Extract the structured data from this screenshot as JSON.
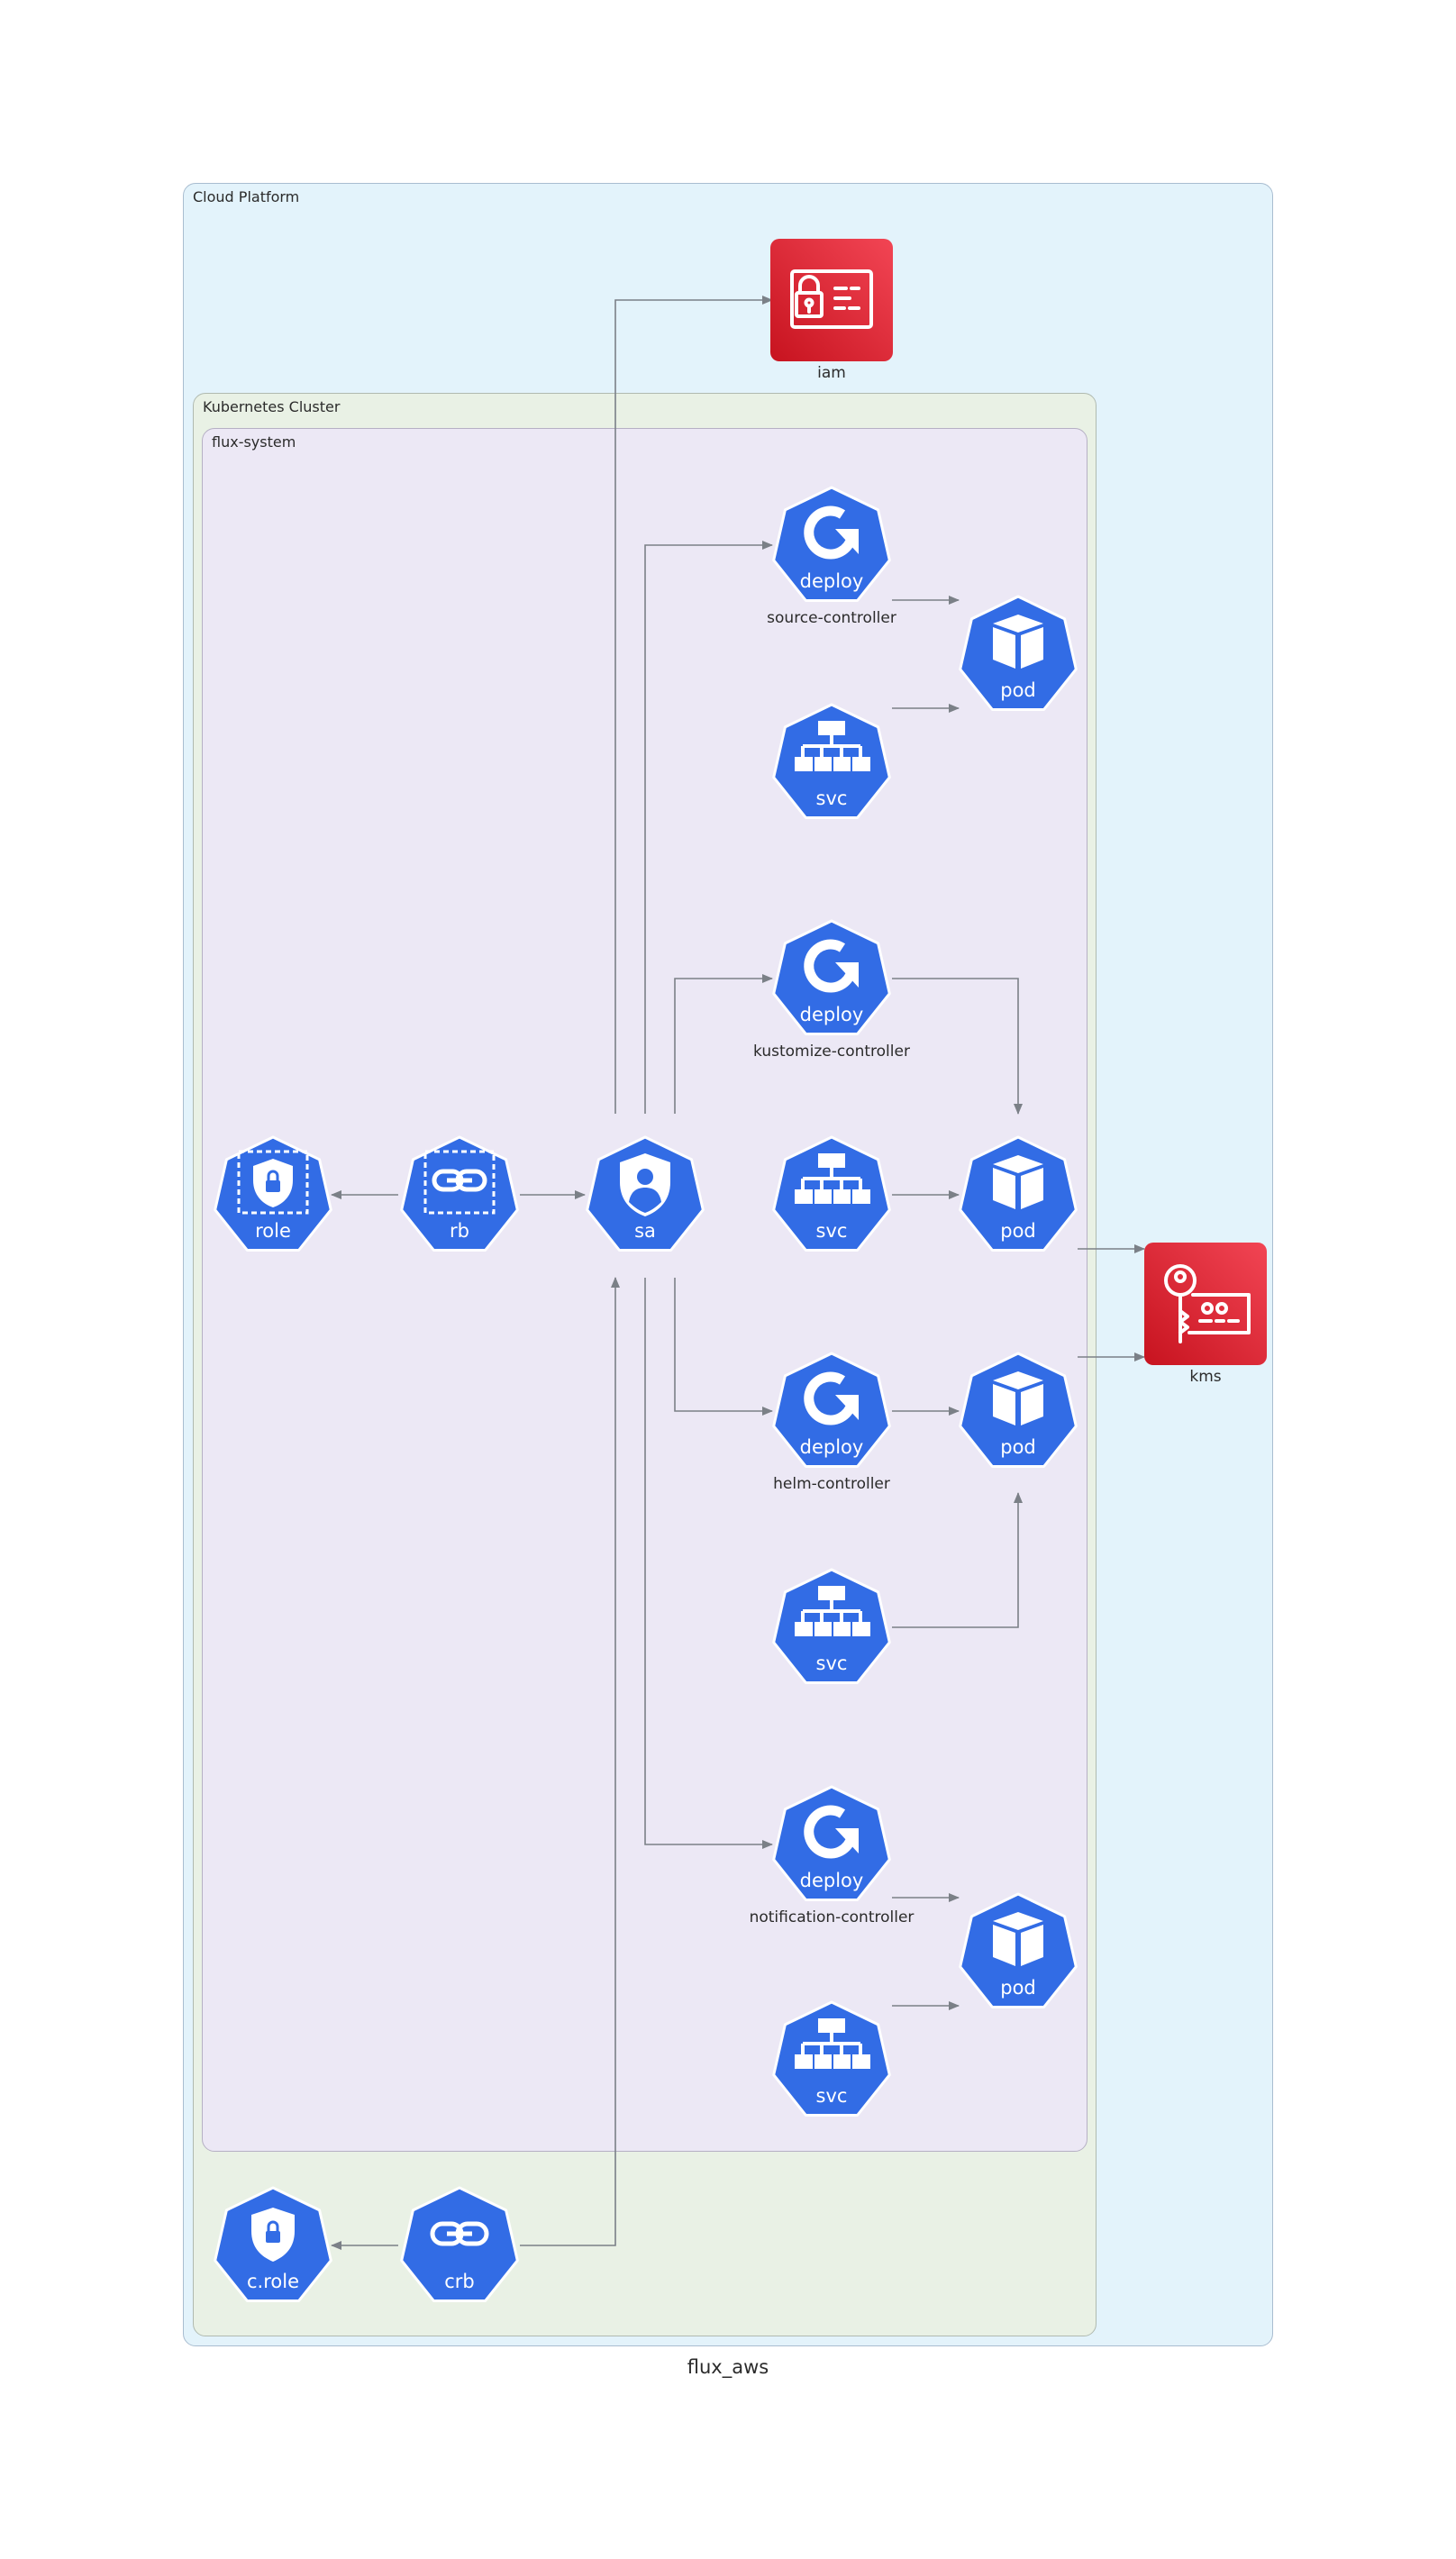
{
  "title": "flux_aws",
  "clusters": {
    "cloud": "Cloud Platform",
    "k8s": "Kubernetes Cluster",
    "flux": "flux-system"
  },
  "nodes": {
    "iam": {
      "caption": "iam",
      "icon": "aws-iam-icon"
    },
    "kms": {
      "caption": "kms",
      "icon": "aws-kms-icon"
    },
    "role": {
      "label": "role",
      "icon": "k8s-role-icon"
    },
    "rb": {
      "label": "rb",
      "icon": "k8s-rolebinding-icon"
    },
    "sa": {
      "label": "sa",
      "icon": "k8s-serviceaccount-icon"
    },
    "crole": {
      "label": "c.role",
      "icon": "k8s-clusterrole-icon"
    },
    "crb": {
      "label": "crb",
      "icon": "k8s-clusterrolebinding-icon"
    },
    "deploy_source": {
      "label": "deploy",
      "caption": "source-controller",
      "icon": "k8s-deploy-icon"
    },
    "deploy_kustomize": {
      "label": "deploy",
      "caption": "kustomize-controller",
      "icon": "k8s-deploy-icon"
    },
    "deploy_helm": {
      "label": "deploy",
      "caption": "helm-controller",
      "icon": "k8s-deploy-icon"
    },
    "deploy_notification": {
      "label": "deploy",
      "caption": "notification-controller",
      "icon": "k8s-deploy-icon"
    },
    "svc_source": {
      "label": "svc",
      "icon": "k8s-svc-icon"
    },
    "svc_kustomize": {
      "label": "svc",
      "icon": "k8s-svc-icon"
    },
    "svc_helm": {
      "label": "svc",
      "icon": "k8s-svc-icon"
    },
    "svc_notification": {
      "label": "svc",
      "icon": "k8s-svc-icon"
    },
    "pod_source": {
      "label": "pod",
      "icon": "k8s-pod-icon"
    },
    "pod_kustomize": {
      "label": "pod",
      "icon": "k8s-pod-icon"
    },
    "pod_helm": {
      "label": "pod",
      "icon": "k8s-pod-icon"
    },
    "pod_notification": {
      "label": "pod",
      "icon": "k8s-pod-icon"
    }
  },
  "colors": {
    "k8s_blue": "#326ce5",
    "aws_red_top": "#f24554",
    "aws_red_bottom": "#c7131f",
    "edge": "#7b8087"
  }
}
